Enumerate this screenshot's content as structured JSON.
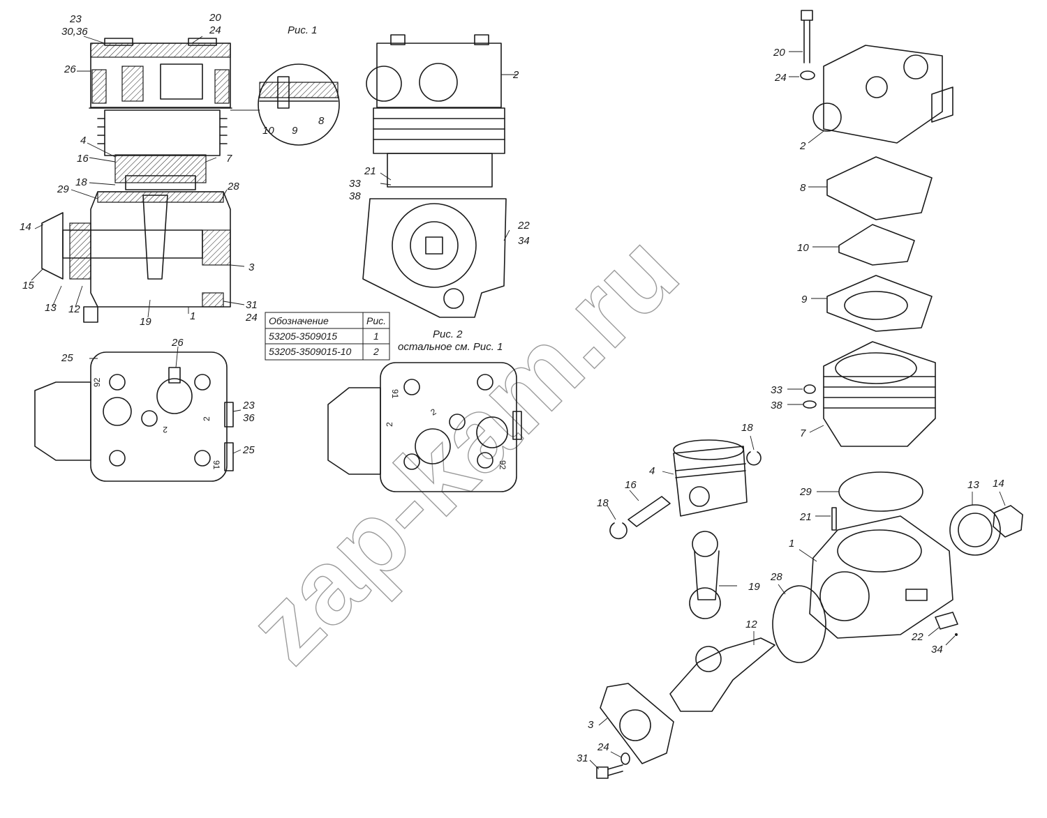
{
  "figure_captions": {
    "fig1": "Рис. 1",
    "fig2": "Рис. 2",
    "fig2_note": "остальное см. Рис. 1"
  },
  "watermark": "zap-kam.ru",
  "variant_table": {
    "headers": [
      "Обозначение",
      "Рис."
    ],
    "rows": [
      [
        "53205-3509015",
        "1"
      ],
      [
        "53205-3509015-10",
        "2"
      ]
    ]
  },
  "labels": {
    "sec_23": "23",
    "sec_30_36": "30,36",
    "sec_20": "20",
    "sec_24_top": "24",
    "sec_26": "26",
    "sec_4": "4",
    "sec_16": "16",
    "sec_7": "7",
    "sec_18": "18",
    "sec_29": "29",
    "sec_28": "28",
    "sec_14": "14",
    "sec_15": "15",
    "sec_13": "13",
    "sec_12": "12",
    "sec_19": "19",
    "sec_1": "1",
    "sec_3": "3",
    "sec_31": "31",
    "sec_24_bot": "24",
    "det_10": "10",
    "det_9": "9",
    "det_8": "8",
    "fr_2": "2",
    "fr_21": "21",
    "fr_33": "33",
    "fr_38": "38",
    "fr_22": "22",
    "fr_34": "34",
    "tl_25a": "25",
    "tl_26": "26",
    "tl_23": "23",
    "tl_36": "36",
    "tl_25b": "25",
    "ex_20": "20",
    "ex_24a": "24",
    "ex_2": "2",
    "ex_8": "8",
    "ex_10": "10",
    "ex_9": "9",
    "ex_33": "33",
    "ex_38": "38",
    "ex_7": "7",
    "ex_18a": "18",
    "ex_4": "4",
    "ex_16": "16",
    "ex_18b": "18",
    "ex_29": "29",
    "ex_13": "13",
    "ex_14": "14",
    "ex_21": "21",
    "ex_1": "1",
    "ex_19": "19",
    "ex_28": "28",
    "ex_12": "12",
    "ex_22": "22",
    "ex_34": "34",
    "ex_3": "3",
    "ex_24b": "24",
    "ex_31": "31"
  },
  "embossed_marks": {
    "a": "92",
    "b": "2",
    "c": "2",
    "d": "91",
    "e": "91",
    "f": "2",
    "g": "2",
    "h": "92"
  }
}
